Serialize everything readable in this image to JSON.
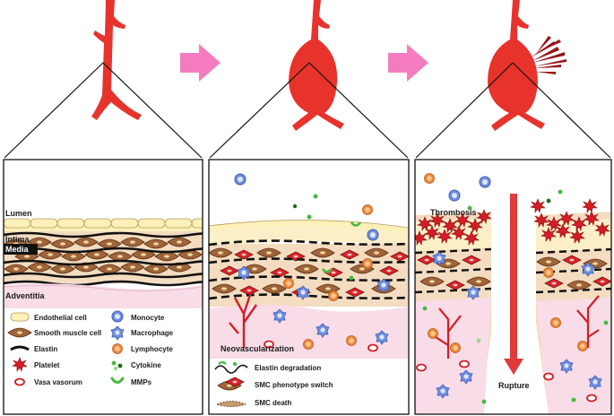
{
  "stages": [
    {
      "labels": {
        "lumen": "Lumen",
        "intima": "Intima",
        "media": "Media",
        "adventitia": "Adventitia"
      },
      "legend_left": [
        {
          "label": "Endothelial cell",
          "icon": "endothelial-cell-icon"
        },
        {
          "label": "Smooth muscle cell",
          "icon": "smooth-muscle-cell-icon"
        },
        {
          "label": "Elastin",
          "icon": "elastin-icon"
        },
        {
          "label": "Platelet",
          "icon": "platelet-icon"
        },
        {
          "label": "Vasa vasorum",
          "icon": "vasa-vasorum-icon"
        }
      ],
      "legend_right": [
        {
          "label": "Monocyte",
          "icon": "monocyte-icon"
        },
        {
          "label": "Macrophage",
          "icon": "macrophage-icon"
        },
        {
          "label": "Lymphocyte",
          "icon": "lymphocyte-icon"
        },
        {
          "label": "Cytokine",
          "icon": "cytokine-icon"
        },
        {
          "label": "MMPs",
          "icon": "mmps-icon"
        }
      ]
    },
    {
      "labels": {
        "neovascularization": "Neovascularization"
      },
      "legend": [
        {
          "label": "Elastin degradation",
          "icon": "elastin-degradation-icon"
        },
        {
          "label": "SMC phenotype switch",
          "icon": "smc-phenotype-switch-icon"
        },
        {
          "label": "SMC death",
          "icon": "smc-death-icon"
        }
      ]
    },
    {
      "labels": {
        "thrombosis": "Thrombosis",
        "rupture": "Rupture"
      }
    }
  ],
  "colors": {
    "artery": "#e8332c",
    "arrow": "#f57cc0",
    "endothelium": "#fdf0b8",
    "adventitia": "#f8dce8",
    "smooth_muscle": "#a0643a",
    "elastin": "#111111",
    "monocyte": "#6f8fe0",
    "lymphocyte": "#ee8a3a",
    "cytokine": "#48b83f",
    "thrombus": "#c41e24"
  }
}
